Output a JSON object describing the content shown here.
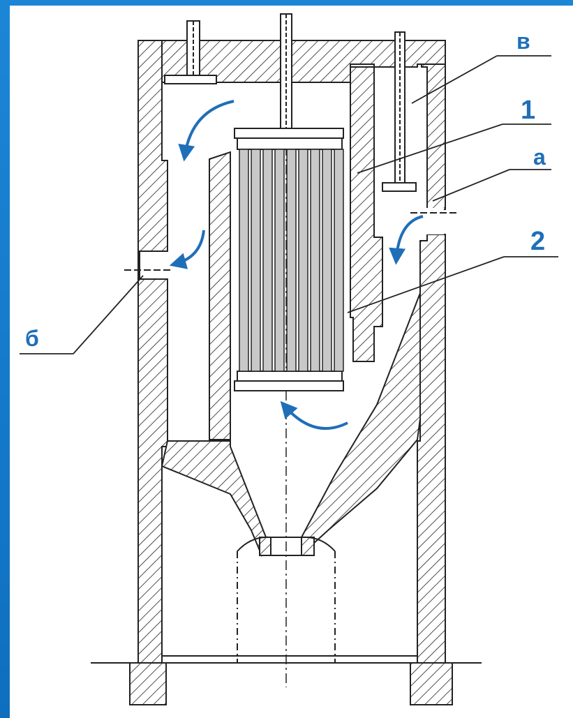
{
  "colors": {
    "frame": "#1a7bc9",
    "label": "#1f6fb8",
    "arrow": "#1f6fb8",
    "line": "#222222",
    "rod": "#c8c8c8"
  },
  "labels": {
    "v": "в",
    "one": "1",
    "a": "а",
    "two": "2",
    "b": "б"
  }
}
